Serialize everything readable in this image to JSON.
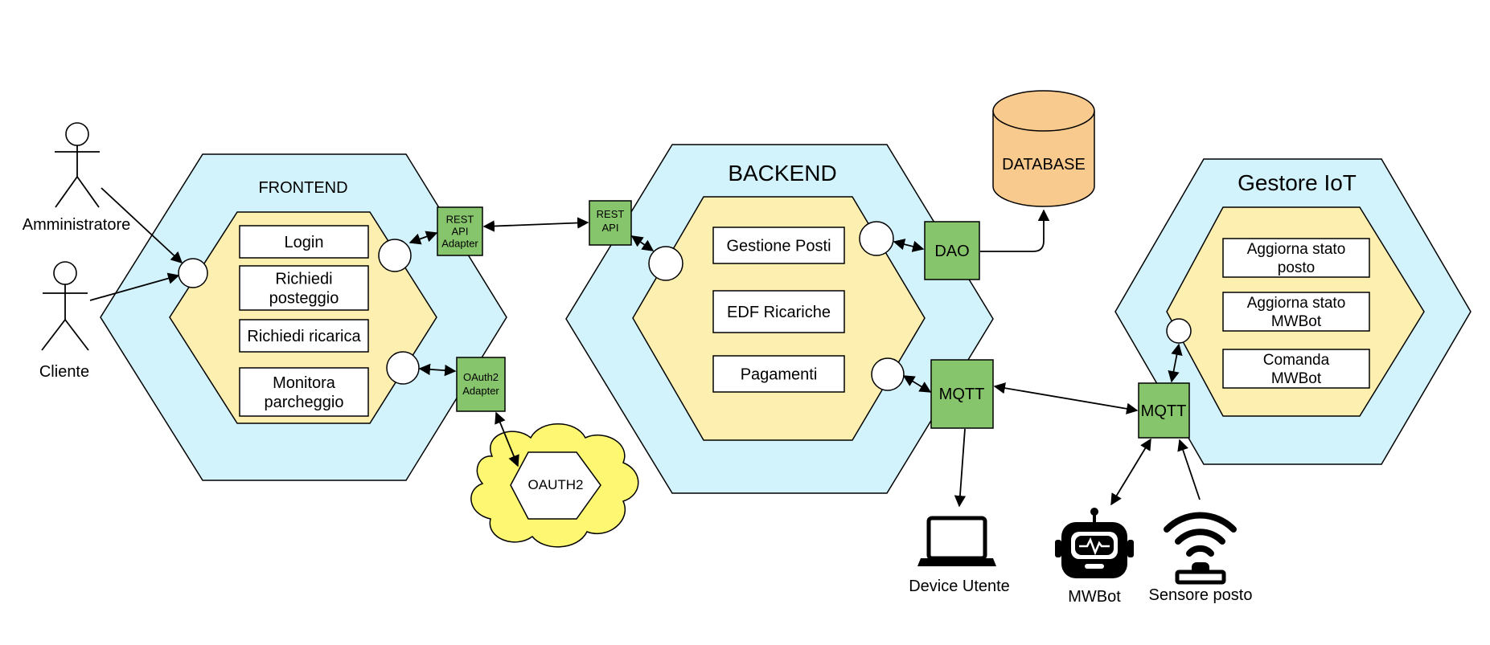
{
  "actors": {
    "admin_label": "Amministratore",
    "client_label": "Cliente"
  },
  "frontend": {
    "title": "FRONTEND",
    "components": [
      "Login",
      "Richiedi\nposteggio",
      "Richiedi ricarica",
      "Monitora\nparcheggio"
    ]
  },
  "adapters": {
    "rest_adapter": "REST\nAPI\nAdapter",
    "oauth_adapter": "OAuth2\nAdapter",
    "rest_api": "REST\nAPI",
    "dao": "DAO",
    "mqtt_backend": "MQTT",
    "mqtt_iot": "MQTT"
  },
  "oauth": {
    "label": "OAUTH2"
  },
  "backend": {
    "title": "BACKEND",
    "components": [
      "Gestione Posti",
      "EDF Ricariche",
      "Pagamenti"
    ]
  },
  "database": {
    "label": "DATABASE",
    "color": "#f9ca8e"
  },
  "iot": {
    "title": "Gestore IoT",
    "components": [
      "Aggiorna stato\nposto",
      "Aggiorna stato\nMWBot",
      "Comanda\nMWBot"
    ]
  },
  "devices": {
    "laptop_label": "Device Utente",
    "robot_label": "MWBot",
    "sensor_label": "Sensore posto",
    "laptop_icon": "laptop-icon",
    "robot_icon": "robot-icon",
    "sensor_icon": "wifi-sensor-icon"
  },
  "colors": {
    "outer_hex": "#d2f3fc",
    "inner_hex": "#fdefaf",
    "adapter": "#86c56b",
    "cloud": "#fdf772"
  }
}
